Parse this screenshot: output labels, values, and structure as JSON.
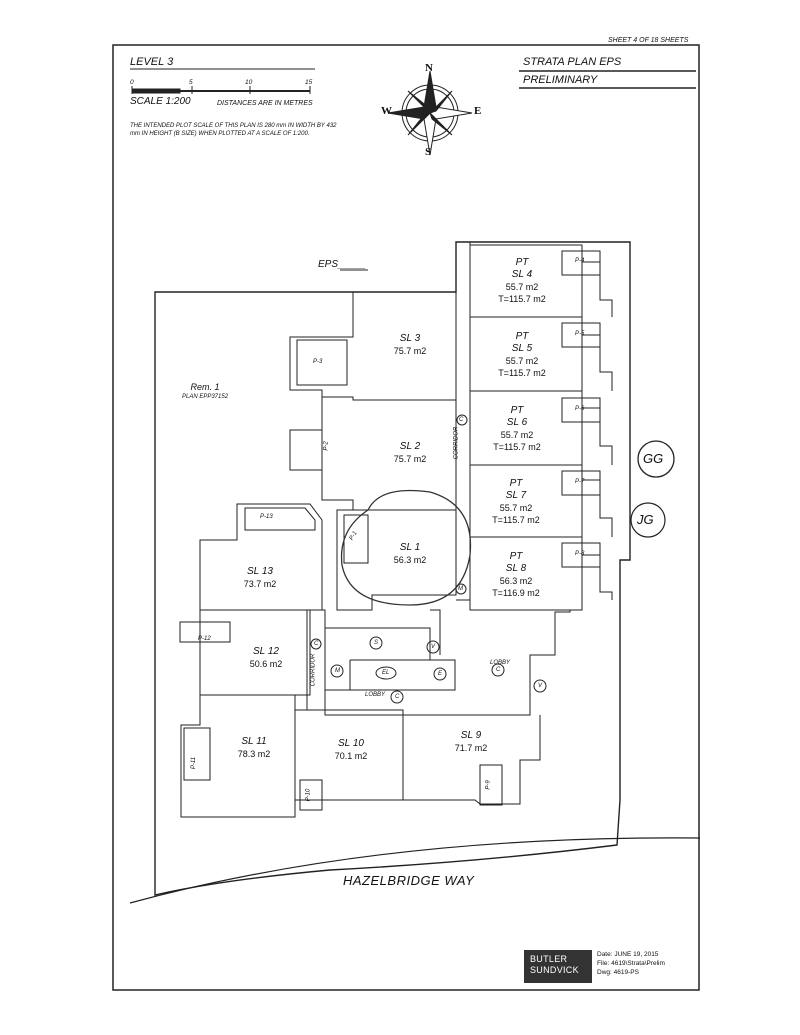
{
  "sheet": "SHEET 4 OF 18 SHEETS",
  "level": "LEVEL 3",
  "title": "STRATA PLAN EPS",
  "status": "PRELIMINARY",
  "scale": {
    "label": "SCALE 1:200",
    "units_note": "DISTANCES ARE IN METRES",
    "ticks": [
      "0",
      "5",
      "10",
      "15"
    ],
    "intended_note": "THE INTENDED PLOT SCALE OF THIS PLAN IS 280 mm IN WIDTH BY 432 mm IN HEIGHT (B SIZE) WHEN PLOTTED AT A SCALE OF 1:200."
  },
  "compass": {
    "n": "N",
    "s": "S",
    "e": "E",
    "w": "W"
  },
  "eps_label": "EPS_____",
  "parcel": {
    "name": "Rem. 1",
    "plan": "PLAN EPP37152"
  },
  "units": [
    {
      "id": "sl3",
      "lines": [
        "SL 3"
      ],
      "area": "75.7 m2"
    },
    {
      "id": "sl2",
      "lines": [
        "SL 2"
      ],
      "area": "75.7 m2"
    },
    {
      "id": "sl1",
      "lines": [
        "SL 1"
      ],
      "area": "56.3 m2"
    },
    {
      "id": "sl13",
      "lines": [
        "SL 13"
      ],
      "area": "73.7 m2"
    },
    {
      "id": "sl12",
      "lines": [
        "SL 12"
      ],
      "area": "50.6 m2"
    },
    {
      "id": "sl11",
      "lines": [
        "SL 11"
      ],
      "area": "78.3 m2"
    },
    {
      "id": "sl10",
      "lines": [
        "SL 10"
      ],
      "area": "70.1 m2"
    },
    {
      "id": "sl9",
      "lines": [
        "SL 9"
      ],
      "area": "71.7 m2"
    },
    {
      "id": "sl4",
      "lines": [
        "PT",
        "SL 4"
      ],
      "area": "55.7 m2",
      "total": "T=115.7 m2"
    },
    {
      "id": "sl5",
      "lines": [
        "PT",
        "SL 5"
      ],
      "area": "55.7 m2",
      "total": "T=115.7 m2"
    },
    {
      "id": "sl6",
      "lines": [
        "PT",
        "SL 6"
      ],
      "area": "55.7 m2",
      "total": "T=115.7 m2"
    },
    {
      "id": "sl7",
      "lines": [
        "PT",
        "SL 7"
      ],
      "area": "55.7 m2",
      "total": "T=115.7 m2"
    },
    {
      "id": "sl8",
      "lines": [
        "PT",
        "SL 8"
      ],
      "area": "56.3 m2",
      "total": "T=116.9 m2"
    }
  ],
  "parking": [
    "P-3",
    "P-2",
    "P-13",
    "P-1",
    "P-12",
    "P-11",
    "P-10",
    "P-9",
    "P-4",
    "P-5",
    "P-6",
    "P-7",
    "P-8"
  ],
  "common": {
    "corridor": "CORRIDOR",
    "corridor_c": "C",
    "lobby1": "LOBBY",
    "lobby2": "LOBBY",
    "s": "S",
    "v1": "V",
    "m1": "M",
    "el": "EL",
    "e": "E",
    "c1": "C",
    "c2": "C",
    "v2": "V",
    "m2": "M"
  },
  "road": "HAZELBRIDGE WAY",
  "initials": [
    "GG",
    "JG"
  ],
  "firm": {
    "line1": "BUTLER",
    "line2": "SUNDVICK"
  },
  "info": {
    "date": "Date: JUNE 19, 2015",
    "file": "File: 4619\\Strata\\Prelim",
    "dwg": "Dwg: 4619-PS"
  }
}
